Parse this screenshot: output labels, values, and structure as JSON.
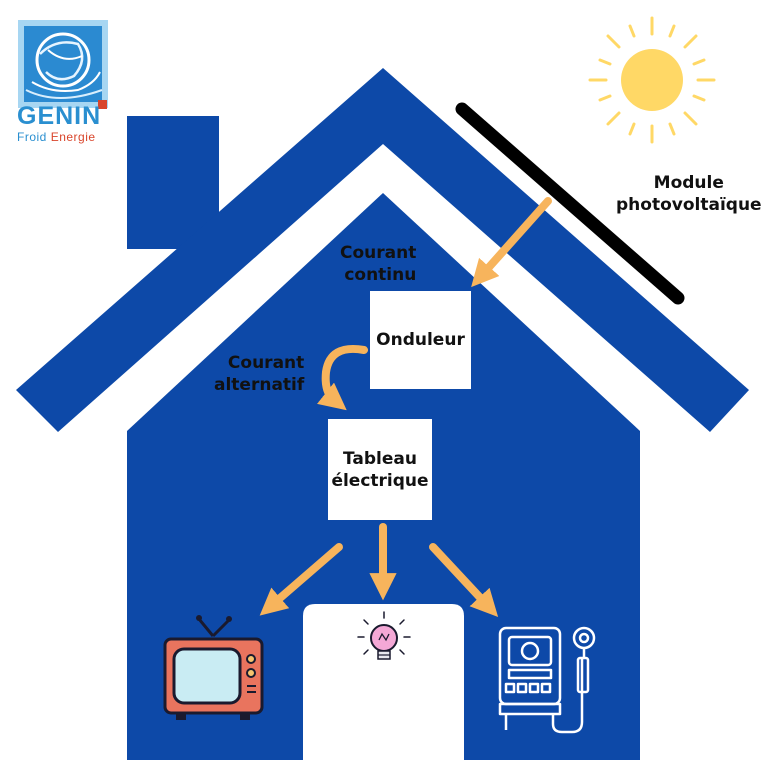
{
  "brand": {
    "name": "GENIN",
    "sub_a": "Froid ",
    "sub_b": "Energie"
  },
  "labels": {
    "module": [
      "Module",
      "photovoltaïque"
    ],
    "dc": [
      "Courant",
      "continu"
    ],
    "inverter": "Onduleur",
    "ac": [
      "Courant",
      "alternatif"
    ],
    "panel": [
      "Tableau",
      "électrique"
    ]
  },
  "icons": {
    "sun": "sun-icon",
    "tv": "tv-icon",
    "bulb": "light-bulb-icon",
    "heater": "water-heater-icon"
  },
  "colors": {
    "house": "#0d49a8",
    "arrow": "#f7b45c",
    "sun": "#ffd866",
    "panel_stroke": "#000000",
    "box": "#ffffff",
    "text": "#111111"
  }
}
